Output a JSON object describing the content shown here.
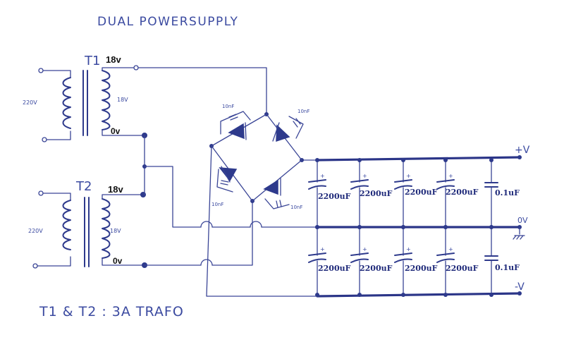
{
  "title": "DUAL POWERSUPPLY",
  "footer_note": "T1 & T2 : 3A TRAFO",
  "transformers": [
    {
      "name": "T1",
      "primary_label": "220V",
      "secondary_label": "18V",
      "top_tap": "18v",
      "bottom_tap": "0v"
    },
    {
      "name": "T2",
      "primary_label": "220V",
      "secondary_label": "18V",
      "top_tap": "18v",
      "bottom_tap": "0v"
    }
  ],
  "bridge_caps": [
    "10nF",
    "10nF",
    "10nF",
    "10nF"
  ],
  "rails": {
    "positive": "+V",
    "ground": "0V",
    "negative": "-V"
  },
  "upper_caps": [
    "2200uF",
    "2200uF",
    "2200uF",
    "2200uF",
    "0.1uF"
  ],
  "lower_caps": [
    "2200uF",
    "2200uF",
    "2200uF",
    "2200uF",
    "0.1uF"
  ],
  "colors": {
    "ink": "#2e3a8c",
    "background": "#ffffff"
  }
}
